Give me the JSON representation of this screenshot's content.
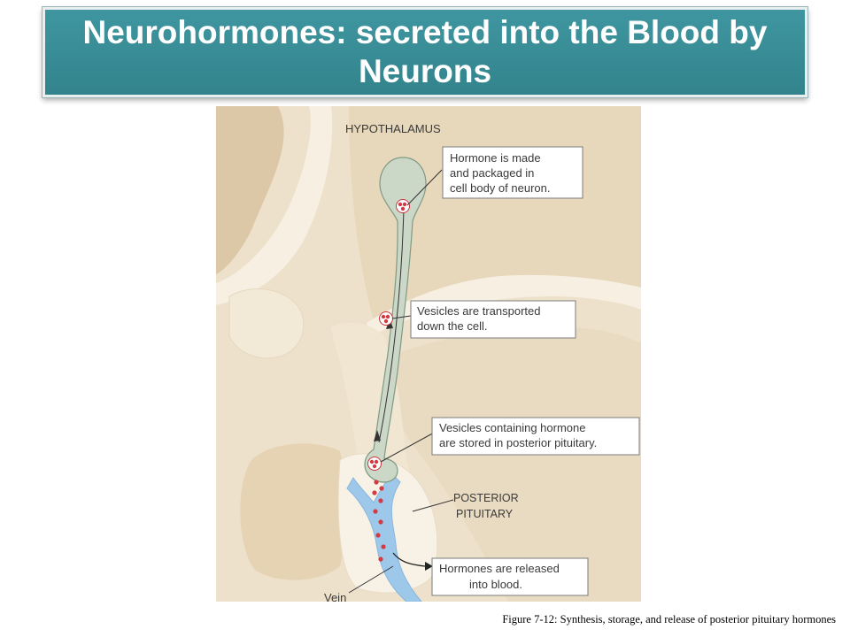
{
  "title": "Neurohormones: secreted into the Blood by Neurons",
  "labels": {
    "hypothalamus": "HYPOTHALAMUS",
    "posterior_pituitary_line1": "POSTERIOR",
    "posterior_pituitary_line2": "PITUITARY",
    "vein": "Vein"
  },
  "callouts": {
    "made": [
      "Hormone is made",
      "and packaged in",
      "cell body of neuron."
    ],
    "transported": [
      "Vesicles are transported",
      "down the cell."
    ],
    "stored": [
      "Vesicles containing hormone",
      "are stored in posterior pituitary."
    ],
    "released": [
      "Hormones are released",
      "into blood."
    ]
  },
  "caption": "Figure 7-12: Synthesis, storage, and release of posterior pituitary hormones",
  "colors": {
    "title_bg": "#3a8d97",
    "tissue": "#eee1cb",
    "tissue_light": "#f6efe2",
    "tissue_dark": "#dcc8a7",
    "neuron": "#cbd7c7",
    "vein": "#9ec8ea",
    "vesicle": "#d23a44"
  }
}
